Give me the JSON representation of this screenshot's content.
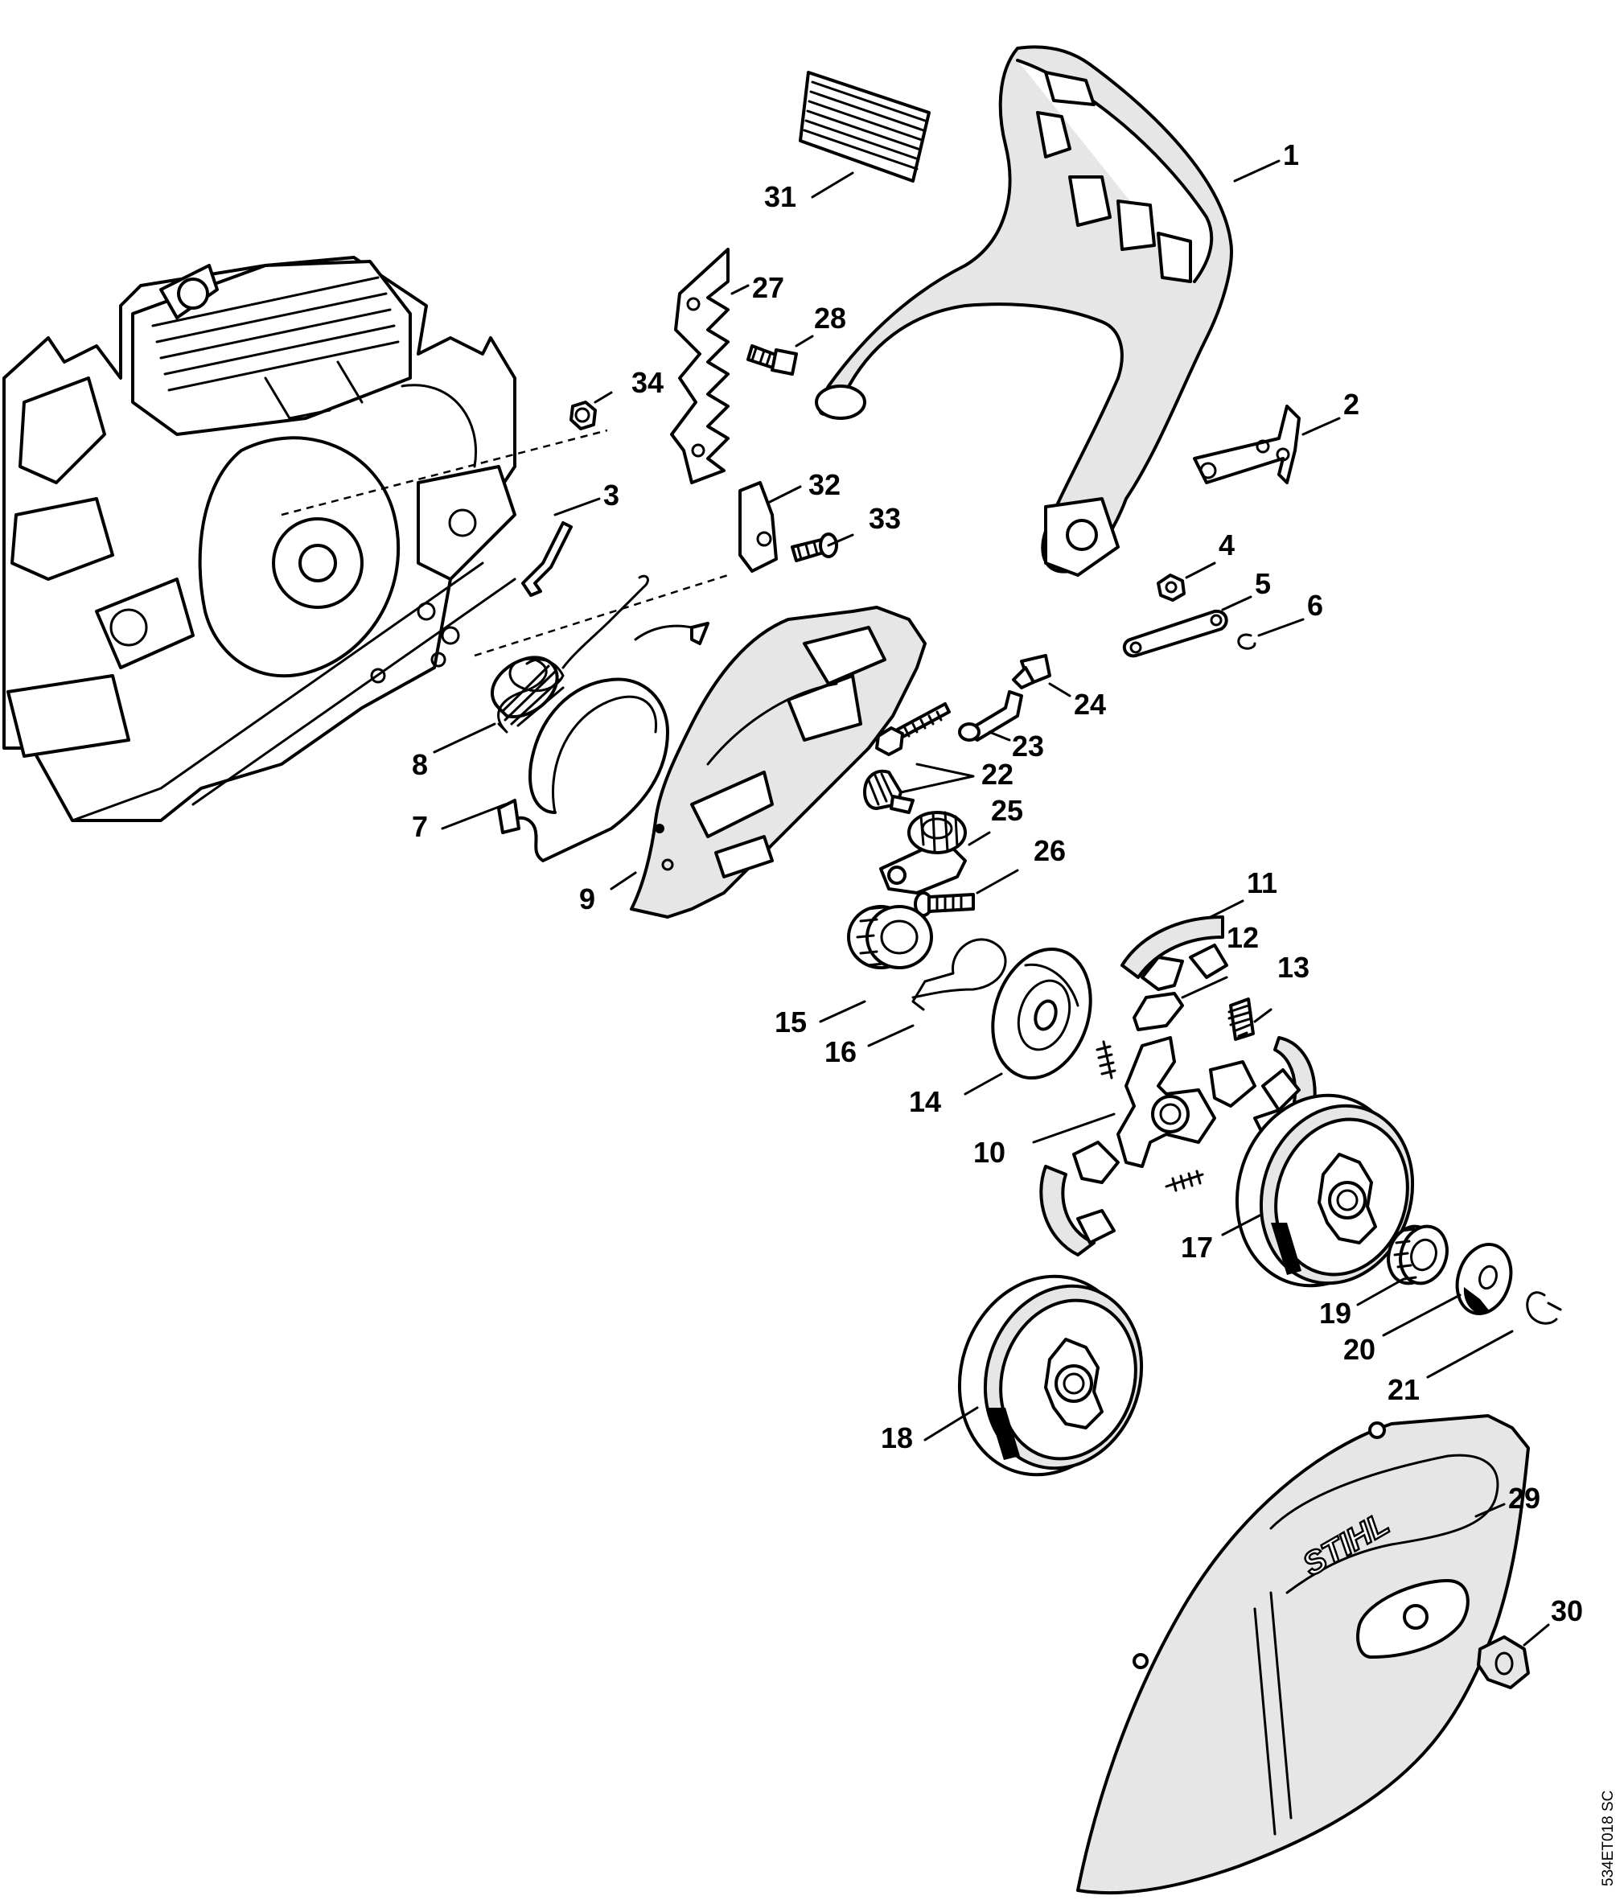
{
  "callouts": [
    {
      "id": "1",
      "text": "1"
    },
    {
      "id": "2",
      "text": "2"
    },
    {
      "id": "3",
      "text": "3"
    },
    {
      "id": "4",
      "text": "4"
    },
    {
      "id": "5",
      "text": "5"
    },
    {
      "id": "6",
      "text": "6"
    },
    {
      "id": "7",
      "text": "7"
    },
    {
      "id": "8",
      "text": "8"
    },
    {
      "id": "9",
      "text": "9"
    },
    {
      "id": "10",
      "text": "10"
    },
    {
      "id": "11",
      "text": "11"
    },
    {
      "id": "12",
      "text": "12"
    },
    {
      "id": "13",
      "text": "13"
    },
    {
      "id": "14",
      "text": "14"
    },
    {
      "id": "15",
      "text": "15"
    },
    {
      "id": "16",
      "text": "16"
    },
    {
      "id": "17",
      "text": "17"
    },
    {
      "id": "18",
      "text": "18"
    },
    {
      "id": "19",
      "text": "19"
    },
    {
      "id": "20",
      "text": "20"
    },
    {
      "id": "21",
      "text": "21"
    },
    {
      "id": "22",
      "text": "22"
    },
    {
      "id": "23",
      "text": "23"
    },
    {
      "id": "24",
      "text": "24"
    },
    {
      "id": "25",
      "text": "25"
    },
    {
      "id": "26",
      "text": "26"
    },
    {
      "id": "27",
      "text": "27"
    },
    {
      "id": "28",
      "text": "28"
    },
    {
      "id": "29",
      "text": "29"
    },
    {
      "id": "30",
      "text": "30"
    },
    {
      "id": "31",
      "text": "31"
    },
    {
      "id": "32",
      "text": "32"
    },
    {
      "id": "33",
      "text": "33"
    },
    {
      "id": "34",
      "text": "34"
    }
  ],
  "cover_logo": "STIHL",
  "drawing_reference": "534ET018 SC",
  "colors": {
    "line": "#000000",
    "fill": "#ffffff",
    "shade": "#e6e6e6"
  }
}
